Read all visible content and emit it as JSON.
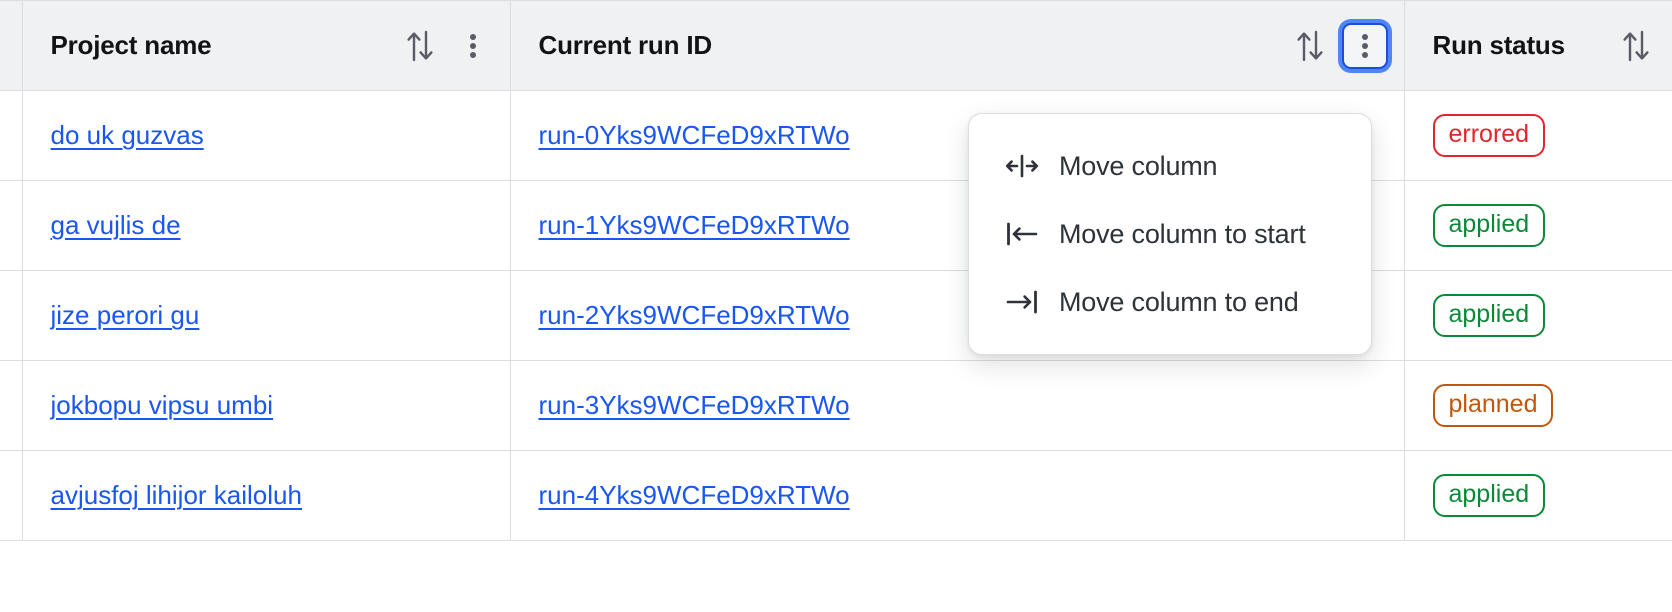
{
  "table": {
    "columns": [
      {
        "id": "select",
        "label": "",
        "has_sort": false,
        "has_menu": false
      },
      {
        "id": "project_name",
        "label": "Project name",
        "has_sort": true,
        "has_menu": true,
        "sort_icon": "sort-updown-icon",
        "menu_icon": "kebab-vertical-icon",
        "menu_open": false
      },
      {
        "id": "current_run_id",
        "label": "Current run ID",
        "has_sort": true,
        "has_menu": true,
        "sort_icon": "sort-updown-icon",
        "menu_icon": "kebab-vertical-icon",
        "menu_open": true
      },
      {
        "id": "run_status",
        "label": "Run status",
        "has_sort": true,
        "has_menu": false,
        "sort_icon": "sort-updown-icon"
      }
    ],
    "rows": [
      {
        "project_name": "do uk guzvas",
        "current_run_id": "run-0Yks9WCFeD9xRTWo",
        "run_status": "errored",
        "status_kind": "errored"
      },
      {
        "project_name": "ga vujlis de",
        "current_run_id": "run-1Yks9WCFeD9xRTWo",
        "run_status": "applied",
        "status_kind": "applied"
      },
      {
        "project_name": "jize perori gu",
        "current_run_id": "run-2Yks9WCFeD9xRTWo",
        "run_status": "applied",
        "status_kind": "applied"
      },
      {
        "project_name": "jokbopu vipsu umbi",
        "current_run_id": "run-3Yks9WCFeD9xRTWo",
        "run_status": "planned",
        "status_kind": "planned"
      },
      {
        "project_name": "avjusfoj lihijor kailoluh",
        "current_run_id": "run-4Yks9WCFeD9xRTWo",
        "run_status": "applied",
        "status_kind": "applied"
      }
    ]
  },
  "column_menu": {
    "open_for_column": "Current run ID",
    "items": [
      {
        "label": "Move column",
        "icon": "move-column-icon"
      },
      {
        "label": "Move column to start",
        "icon": "move-column-to-start-icon"
      },
      {
        "label": "Move column to end",
        "icon": "move-column-to-end-icon"
      }
    ]
  },
  "colors": {
    "link": "#1a56f0",
    "header_bg": "#f0f1f3",
    "border": "#dcdde1",
    "focus_ring": "#4e86f7",
    "status_errored": "#e0262c",
    "status_applied": "#0a8a36",
    "status_planned": "#c2570c"
  }
}
